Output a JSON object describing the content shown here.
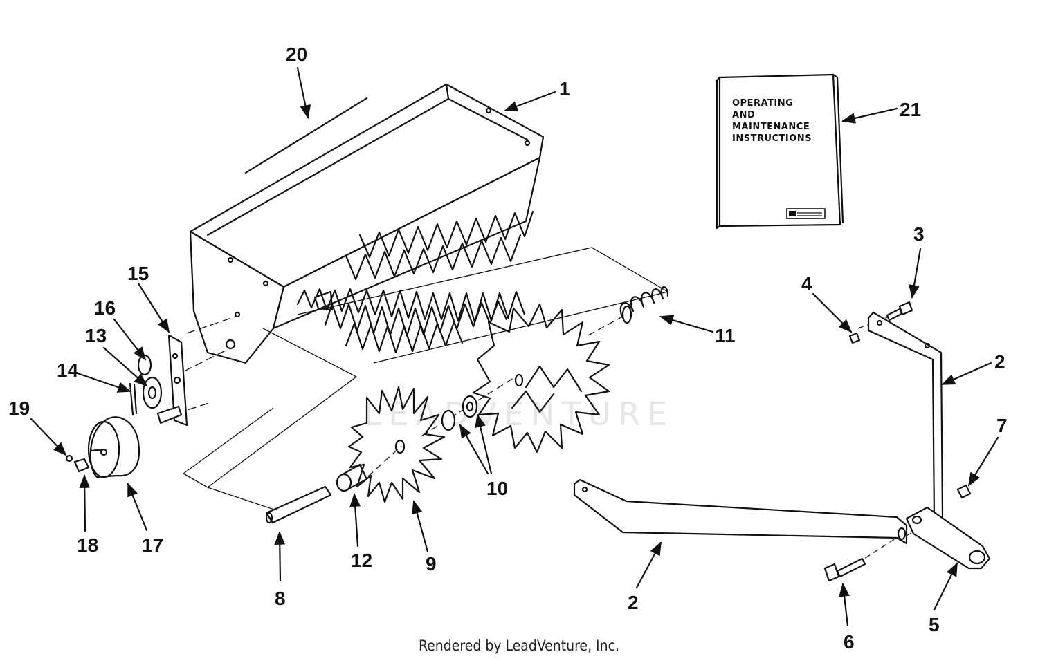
{
  "watermark": "LEADVENTURE",
  "footer": "Rendered by LeadVenture, Inc.",
  "manual_cover": {
    "lines": [
      "OPERATING",
      "AND",
      "MAINTENANCE",
      "INSTRUCTIONS"
    ]
  },
  "callouts": [
    {
      "id": "1",
      "label": "1"
    },
    {
      "id": "2a",
      "label": "2"
    },
    {
      "id": "2b",
      "label": "2"
    },
    {
      "id": "3",
      "label": "3"
    },
    {
      "id": "4",
      "label": "4"
    },
    {
      "id": "5",
      "label": "5"
    },
    {
      "id": "6",
      "label": "6"
    },
    {
      "id": "7",
      "label": "7"
    },
    {
      "id": "8",
      "label": "8"
    },
    {
      "id": "9",
      "label": "9"
    },
    {
      "id": "10",
      "label": "10"
    },
    {
      "id": "11",
      "label": "11"
    },
    {
      "id": "12",
      "label": "12"
    },
    {
      "id": "13",
      "label": "13"
    },
    {
      "id": "14",
      "label": "14"
    },
    {
      "id": "15",
      "label": "15"
    },
    {
      "id": "16",
      "label": "16"
    },
    {
      "id": "17",
      "label": "17"
    },
    {
      "id": "18",
      "label": "18"
    },
    {
      "id": "19",
      "label": "19"
    },
    {
      "id": "20",
      "label": "20"
    },
    {
      "id": "21",
      "label": "21"
    }
  ]
}
